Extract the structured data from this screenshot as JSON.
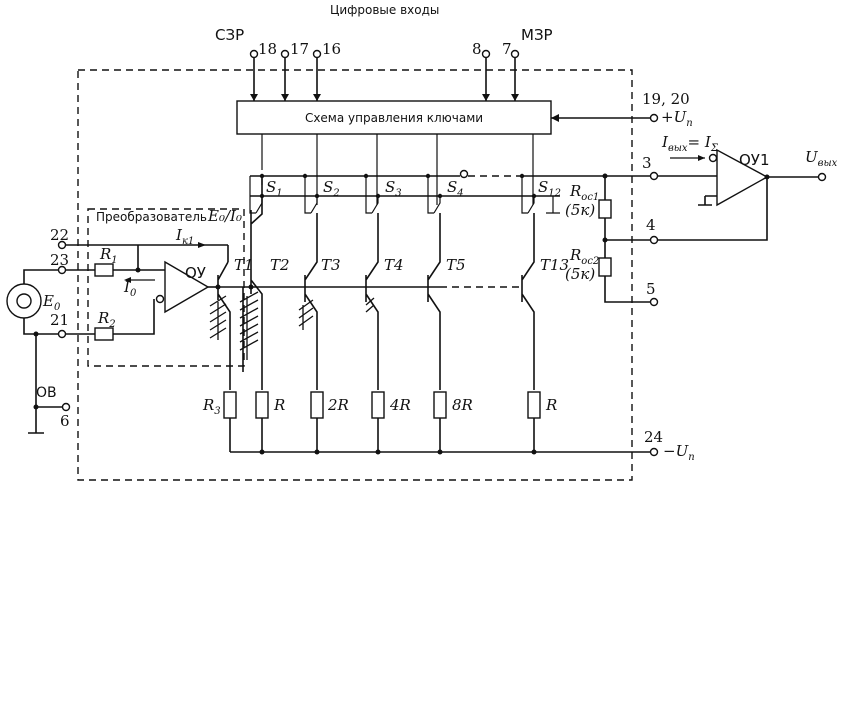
{
  "title": "Цифровые входы",
  "csr_label": "СЗР",
  "msr_label": "МЗР",
  "pins": {
    "p18": "18",
    "p17": "17",
    "p16": "16",
    "p8": "8",
    "p7": "7",
    "p19_20": "19, 20",
    "p3": "3",
    "p4": "4",
    "p5": "5",
    "p22": "22",
    "p23": "23",
    "p21": "21",
    "p6": "6",
    "p24": "24"
  },
  "control_block_label": "Схема управления ключами",
  "converter_label": "Преобразователь",
  "converter_ratio": "E₀/I₀",
  "supply_plus": "+U",
  "supply_plus_sub": "п",
  "supply_minus": "−U",
  "supply_minus_sub": "п",
  "opamp_label": "ОУ",
  "opamp1_label": "ОУ1",
  "output_label": "U",
  "output_sub": "вых",
  "iout_label": "I",
  "iout_sub": "вых",
  "iout_eq": "= I",
  "iout_eq_sub": "Σ",
  "ik1_label": "I",
  "ik1_sub": "к1",
  "i0_label": "I",
  "i0_sub": "0",
  "e0_label": "E",
  "e0_sub": "0",
  "ov_label": "ОВ",
  "switches": [
    {
      "name": "S",
      "sub": "1"
    },
    {
      "name": "S",
      "sub": "2"
    },
    {
      "name": "S",
      "sub": "3"
    },
    {
      "name": "S",
      "sub": "4"
    },
    {
      "name": "S",
      "sub": "12"
    }
  ],
  "transistors": [
    "T1",
    "T2",
    "T3",
    "T4",
    "T5",
    "T13"
  ],
  "resistors": {
    "r1": {
      "name": "R",
      "sub": "1"
    },
    "r2": {
      "name": "R",
      "sub": "2"
    },
    "r3": {
      "name": "R",
      "sub": "3"
    },
    "rows": [
      "R",
      "2R",
      "4R",
      "8R",
      "R"
    ],
    "roc1": {
      "name": "R",
      "sub": "ос1",
      "value": "(5к)"
    },
    "roc2": {
      "name": "R",
      "sub": "ос2",
      "value": "(5к)"
    }
  }
}
